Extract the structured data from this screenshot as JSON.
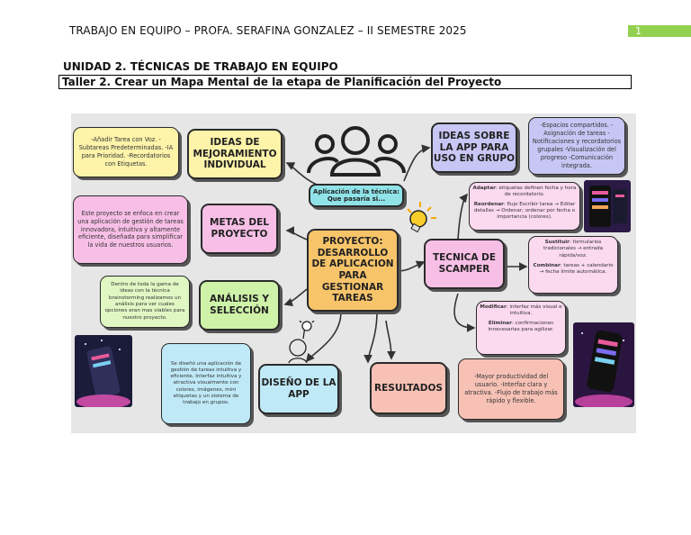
{
  "header": {
    "text": "TRABAJO EN EQUIPO – PROFA. SERAFINA GONZALEZ – II SEMESTRE 2025",
    "page_number": "1"
  },
  "document": {
    "unit_title": "UNIDAD 2. TÉCNICAS DE TRABAJO EN EQUIPO",
    "task_title": "Taller 2. Crear un Mapa Mental de la etapa de Planificación del Proyecto"
  },
  "mindmap": {
    "center": "PROYECTO: DESARROLLO DE APLICACION PARA GESTIONAR TAREAS",
    "technique": "Aplicación de la técnica: Que pasaría si...",
    "ideas_individual": {
      "title": "IDEAS DE MEJORAMIENTO INDIVIDUAL",
      "note": "-Añadir Tarea con Voz. -Subtareas Predeterminadas. -IA para Prioridad. -Recordatorios con Etiquetas."
    },
    "ideas_group": {
      "title": "IDEAS SOBRE LA APP PARA USO EN GRUPO",
      "note": "-Espacios compartidos. -Asignación de tareas -Notificaciones y recordatorios grupales -Visualización del progreso -Comunicación integrada."
    },
    "goals": {
      "title": "METAS DEL PROYECTO",
      "note": "Este proyecto se enfoca en crear una aplicación de gestión de tareas innovadora, intuitiva y altamente eficiente, diseñada para simplificar la vida de nuestros usuarios."
    },
    "analysis": {
      "title": "ANÁLISIS Y SELECCIÓN",
      "note": "Dentro de toda la gama de ideas con la técnica brainstorming realizamos un análisis para ver cuales opciones eran mas viables para nuestro proyecto."
    },
    "scamper": {
      "title": "TECNICA DE SCAMPER",
      "adapt_label": "Adaptar",
      "adapt": ": etiquetas definen fecha y hora de recordatorio.",
      "reorder_label": "Reordenar",
      "reorder": ": flujo Escribir tarea → Editar detalles → Ordenar; ordenar por fecha o importancia (colores).",
      "substitute_label": "Sustituir",
      "substitute": ": formularios tradicionales → entrada rápida/voz.",
      "combine_label": "Combinar",
      "combine": ": tareas + calendario → fecha límite automática.",
      "modify_label": "Modificar",
      "modify": ": interfaz más visual e intuitiva.",
      "eliminate_label": "Eliminar",
      "eliminate": ": confirmaciones innecesarias para agilizar."
    },
    "design": {
      "title": "DISEÑO DE LA APP",
      "note": "Se diseñó una aplicación de gestión de tareas intuitiva y eficiente. Interfaz intuitiva y atractiva visualmente con colores, imágenes, mini etiquetas y un sistema de trabajo en grupos."
    },
    "results": {
      "title": "RESULTADOS",
      "note": "-Mayor productividad del usuario. -Interfaz clara y atractiva. -Flujo de trabajo más rápido y flexible."
    },
    "colors": {
      "yellow": "#fdf3a9",
      "lavender": "#c7c6f4",
      "pink": "#f7bfe6",
      "green": "#cdf2a8",
      "blue": "#bfe9f7",
      "salmon": "#f7c1b5",
      "orange": "#f7c46a",
      "teal": "#8fe3e8",
      "light_pink": "#fbd9ef",
      "light_green": "#e0f7c4"
    }
  }
}
